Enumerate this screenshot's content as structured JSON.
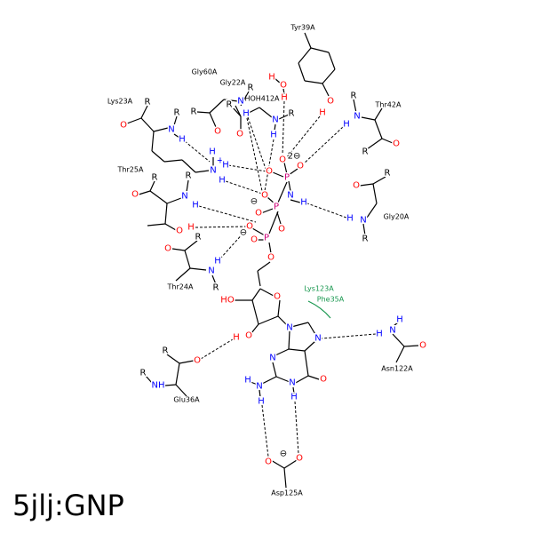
{
  "title": "5jlj:GNP",
  "residues": {
    "tyr39": "Tyr39A",
    "gly60": "Gly60A",
    "gly22": "Gly22A",
    "hoh412": "HOH412A",
    "lys23": "Lys23A",
    "thr42": "Thr42A",
    "thr25": "Thr25A",
    "gly20": "Gly20A",
    "thr24": "Thr24A",
    "lys123": "Lys123A",
    "phe35": "Phe35A",
    "asn122": "Asn122A",
    "glu36": "Glu36A",
    "asp125": "Asp125A"
  },
  "sym": {
    "O": "O",
    "N": "N",
    "H": "H",
    "R": "R",
    "P": "P",
    "NH": "NH",
    "HO": "HO",
    "plus": "+",
    "minus": "⊖",
    "dminus": "2⊖"
  },
  "colors": {
    "oxygen": "#ff0000",
    "nitrogen": "#0000ff",
    "phosphorus": "#cc0077",
    "hydrophobic": "#1a9850"
  }
}
